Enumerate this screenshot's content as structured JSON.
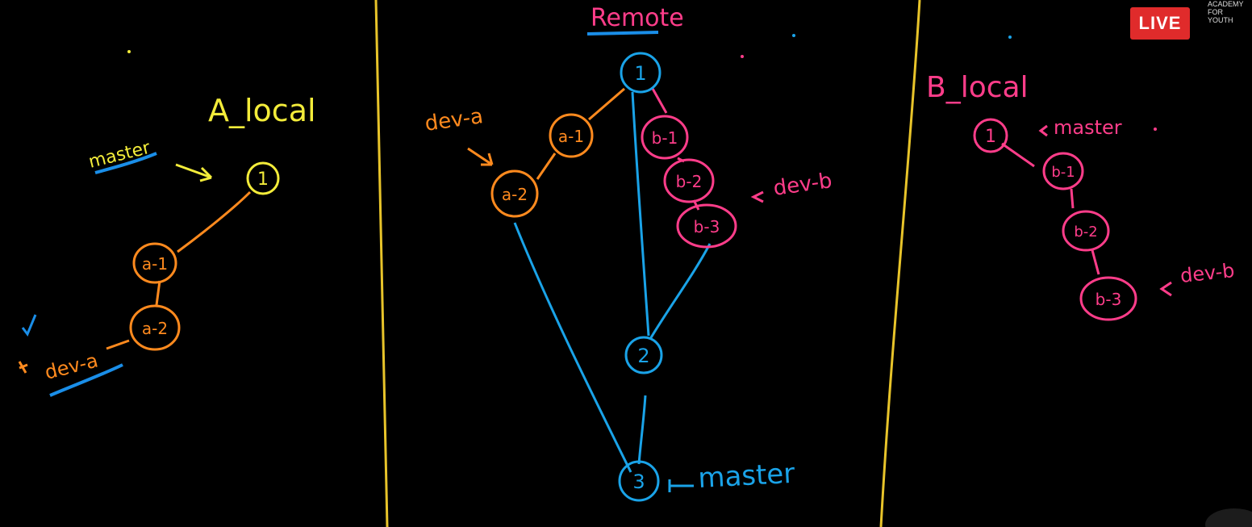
{
  "badge": {
    "live": "LIVE"
  },
  "brand": {
    "lines": [
      "ACADEMY",
      "FOR",
      "YOUTH"
    ]
  },
  "colors": {
    "background": "#000000",
    "divider": "#e8c42a",
    "a_local_label": "#f3ec3a",
    "a_branch": "#ff8a1e",
    "remote_master": "#1aa3e8",
    "remote_dev_a": "#ff8a1e",
    "b_branch": "#ff3d8a",
    "underline_blue": "#1a8ee8",
    "live_red": "#e02b2b"
  },
  "panels": {
    "a_local": {
      "title": "A_local",
      "branch_master": "master",
      "branch_dev": "dev-a",
      "commits": [
        "1",
        "a-1",
        "a-2"
      ]
    },
    "remote": {
      "title": "Remote",
      "branch_dev_a": "dev-a",
      "branch_dev_b": "dev-b",
      "branch_master": "master",
      "commits": [
        "1",
        "a-1",
        "a-2",
        "b-1",
        "b-2",
        "b-3",
        "2",
        "3"
      ]
    },
    "b_local": {
      "title": "B_local",
      "branch_master": "master",
      "branch_dev": "dev-b",
      "commits": [
        "1",
        "b-1",
        "b-2",
        "b-3"
      ]
    }
  }
}
